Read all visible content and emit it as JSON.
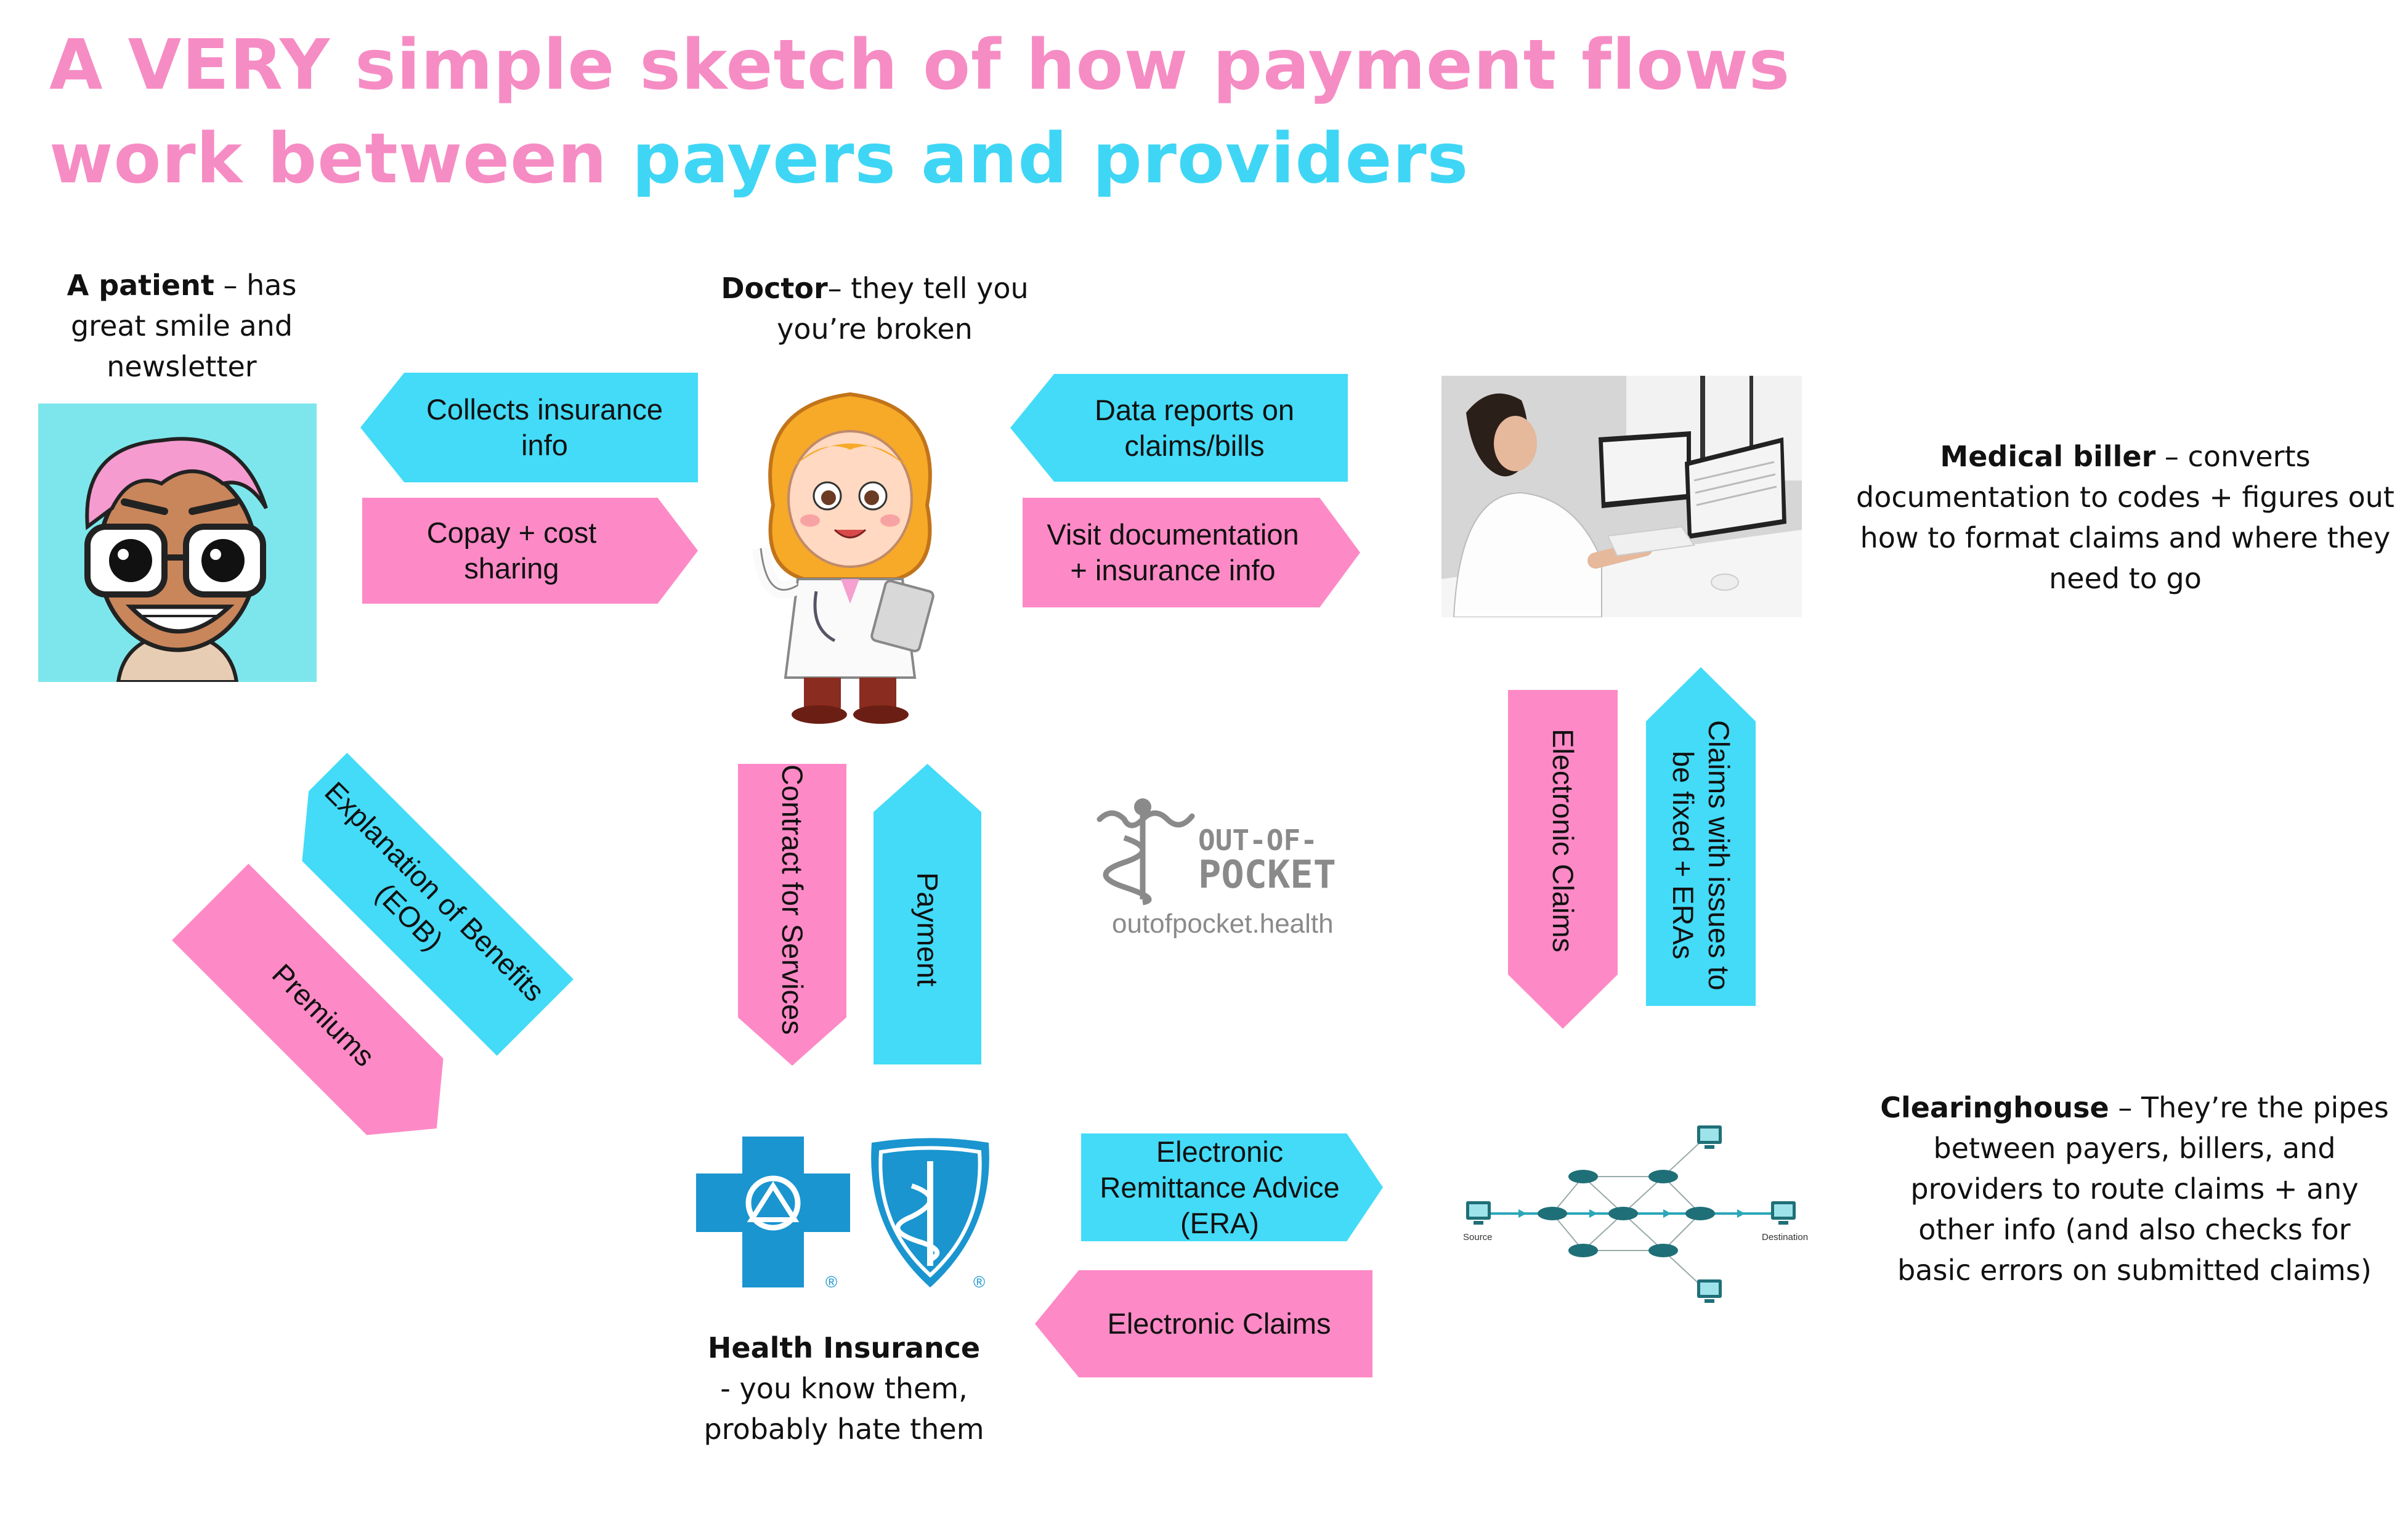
{
  "title": {
    "line1": "A VERY simple sketch of how payment flows",
    "line2_pink": "work between ",
    "line2_cyan": "payers and providers"
  },
  "colors": {
    "pink": "#fd8ac6",
    "cyan": "#43dbf8",
    "title_pink": "#f68cc4",
    "title_cyan": "#3fd6f5",
    "insurer_blue": "#1a95cf"
  },
  "actors": {
    "patient": {
      "name": "A patient",
      "rest": " – has great smile and newsletter"
    },
    "doctor": {
      "name": "Doctor",
      "rest": "– they tell you you’re broken"
    },
    "biller": {
      "name": "Medical biller",
      "rest": " – converts documentation to codes + figures out how to format claims and where they need to go"
    },
    "clearinghouse": {
      "name": "Clearinghouse",
      "rest": " – They’re the pipes between payers, billers, and providers to route claims + any other info  (and also checks for basic errors on submitted claims)"
    },
    "insurance": {
      "name": "Health Insurance",
      "rest": "- you know them, probably hate them"
    }
  },
  "arrows": {
    "collects_insurance": "Collects insurance info",
    "copay": "Copay + cost sharing",
    "data_reports": "Data reports on claims/bills",
    "visit_doc": "Visit documentation + insurance info",
    "eob": "Explanation of Benefits (EOB)",
    "premiums": "Premiums",
    "contract": "Contract for Services",
    "payment": "Payment",
    "electronic_claims_down": "Electronic Claims",
    "claims_issues": "Claims with issues to be fixed + ERAs",
    "era": "Electronic Remittance Advice (ERA)",
    "electronic_claims_left": "Electronic Claims"
  },
  "watermark": {
    "brand_line1": "OUT-OF-",
    "brand_line2": "POCKET",
    "url": "outofpocket.health"
  },
  "network": {
    "source": "Source",
    "destination": "Destination"
  },
  "icons": [
    "patient-avatar-icon",
    "doctor-illustration-icon",
    "biller-photo-icon",
    "insurer-cross-logo-icon",
    "insurer-shield-logo-icon",
    "network-diagram-icon",
    "caduceus-logo-icon"
  ]
}
